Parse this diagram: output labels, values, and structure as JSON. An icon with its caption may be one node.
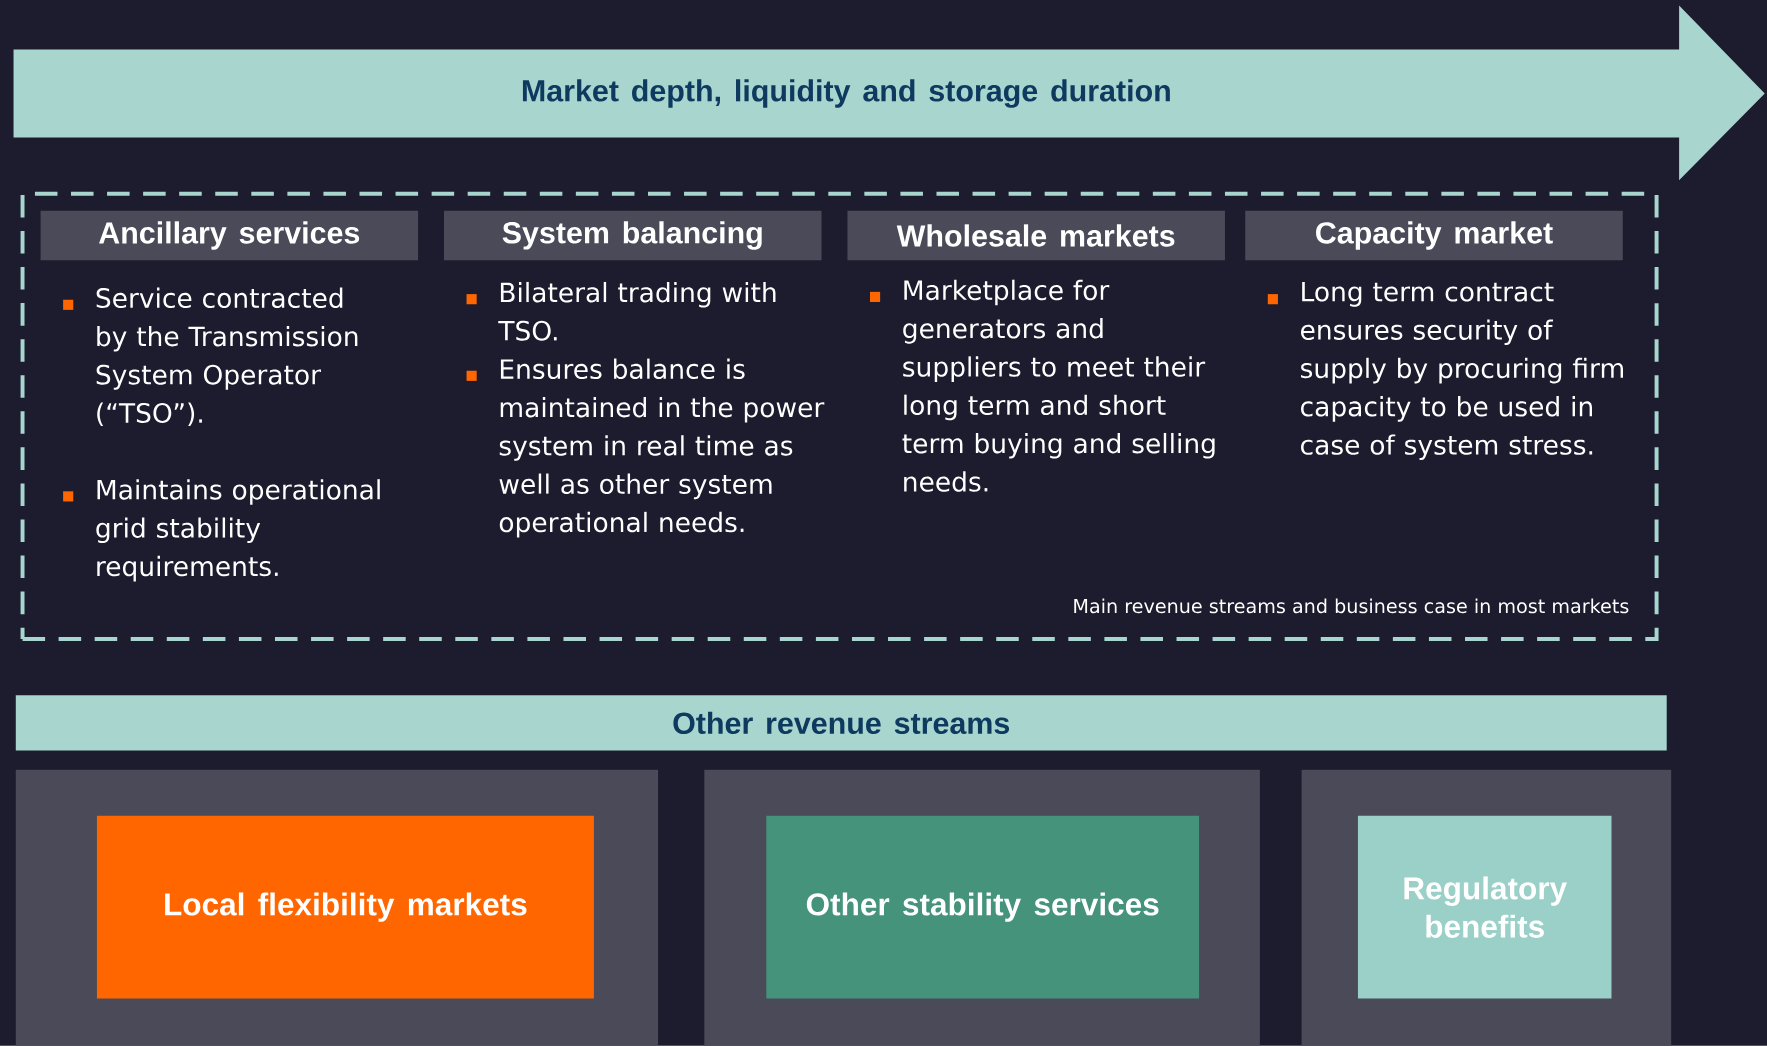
{
  "diagram": {
    "nodes": [
      {
        "text": [
          "Market depth, liquidity and storage duration"
        ]
      },
      {
        "text": [
          "Main revenue streams and business case in most markets"
        ]
      },
      {
        "text": [
          "Ancillary services"
        ],
        "in": 1,
        "beside": [
          "Service contracted by the Transmission System Operator (“TSO”).",
          "Maintains operational grid stability requirements."
        ]
      },
      {
        "text": [
          "System balancing"
        ],
        "in": 1,
        "beside": [
          "Bilateral trading with TSO.",
          "Ensures balance is maintained in the power system in real time as well as other system operational needs."
        ]
      },
      {
        "text": [
          "Wholesale markets"
        ],
        "in": 1,
        "beside": [
          "Marketplace for generators and suppliers to meet their long term and short term buying and selling needs."
        ]
      },
      {
        "text": [
          "Capacity market"
        ],
        "in": 1,
        "beside": [
          "Long term contract ensures security of supply by procuring firm capacity to be used in case of system stress."
        ]
      },
      {
        "text": [
          "Other  revenue streams"
        ]
      },
      {
        "text": [],
        "shape": "box"
      },
      {
        "text": [],
        "shape": "box"
      },
      {
        "text": [],
        "shape": "box"
      },
      {
        "text": [
          "Local flexibility markets"
        ],
        "in": 7
      },
      {
        "text": [
          "Other stability services"
        ],
        "in": 8
      },
      {
        "text": [
          "Regulatory benefits"
        ],
        "in": 9
      }
    ],
    "edges": []
  }
}
